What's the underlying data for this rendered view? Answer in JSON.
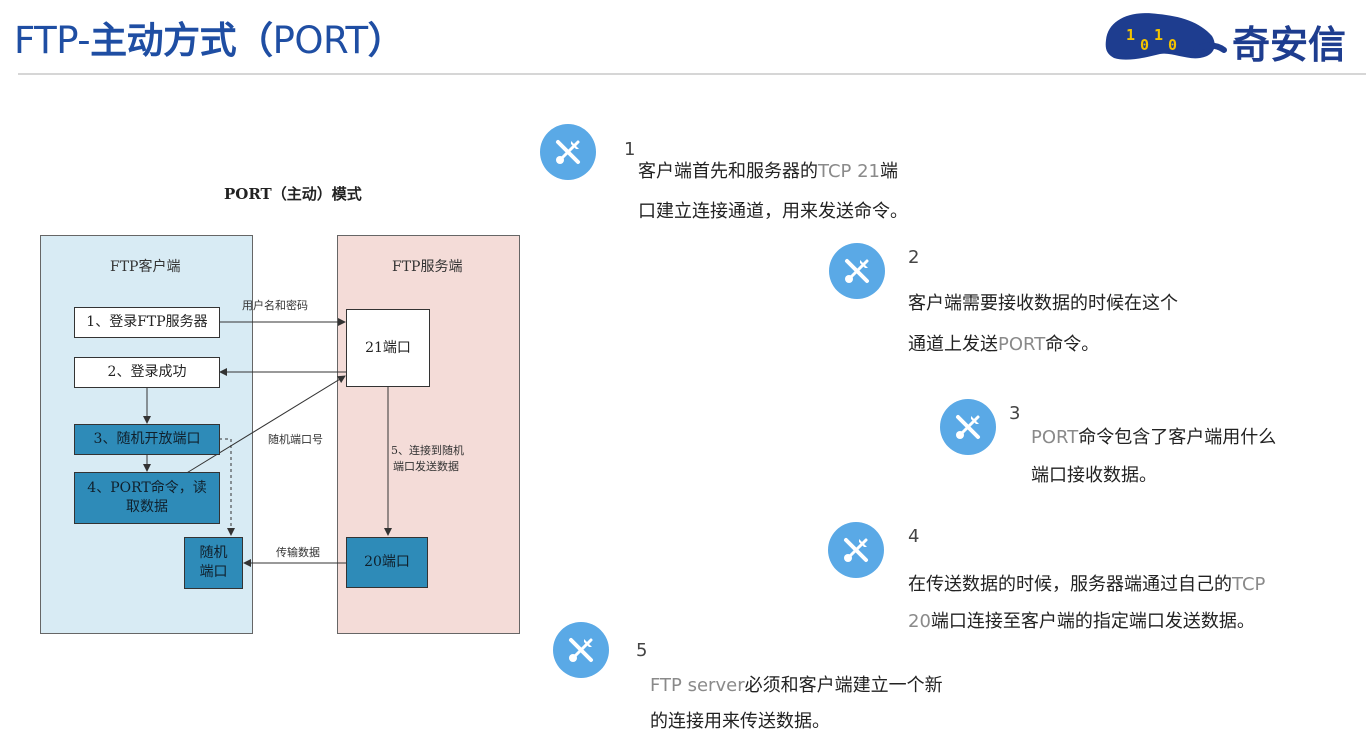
{
  "header": {
    "title_prefix": "FTP-",
    "title_main": "主动方式（",
    "title_port": "PORT",
    "title_close": "）",
    "logo_text": "奇安信",
    "logo_digits": [
      "1",
      "0",
      "1",
      "0"
    ],
    "accent": "#1f4ea3"
  },
  "diagram": {
    "title": "PORT（主动）模式",
    "client_label": "FTP客户端",
    "server_label": "FTP服务端",
    "client_boxes": {
      "login": "1、登录FTP服务器",
      "login_ok": "2、登录成功",
      "open_port": "3、随机开放端口",
      "port_cmd_1": "4、PORT命令，读",
      "port_cmd_2": "取数据",
      "random_port_1": "随机",
      "random_port_2": "端口"
    },
    "server_boxes": {
      "port21": "21端口",
      "port20": "20端口"
    },
    "edge_labels": {
      "user_pass": "用户名和密码",
      "random_port_no": "随机端口号",
      "connect_1": "5、连接到随机",
      "connect_2": "端口发送数据",
      "transfer": "传输数据"
    },
    "colors": {
      "client_bg": "#d8ebf4",
      "server_bg": "#f4dcd8",
      "box_blue": "#2e8bb8"
    }
  },
  "steps": [
    {
      "number": "1",
      "lines": [
        [
          {
            "t": "客户端首先和服务器的"
          },
          {
            "t": "TCP 21",
            "gray": true
          },
          {
            "t": "端"
          }
        ],
        [
          {
            "t": "口建立连接通道，用来发送命令。"
          }
        ]
      ]
    },
    {
      "number": "2",
      "lines": [
        [
          {
            "t": "客户端需要接收数据的时候在这个"
          }
        ],
        [
          {
            "t": "通道上发送"
          },
          {
            "t": "PORT",
            "gray": true
          },
          {
            "t": "命令。"
          }
        ]
      ]
    },
    {
      "number": "3",
      "lines": [
        [
          {
            "t": "PORT",
            "gray": true
          },
          {
            "t": "命令包含了客户端用什么"
          }
        ],
        [
          {
            "t": "端口接收数据。"
          }
        ]
      ]
    },
    {
      "number": "4",
      "lines": [
        [
          {
            "t": "在传送数据的时候，服务器端通过自己的"
          },
          {
            "t": "TCP",
            "gray": true
          }
        ],
        [
          {
            "t": "20",
            "gray": true
          },
          {
            "t": "端口连接至客户端的指定端口发送数据。"
          }
        ]
      ]
    },
    {
      "number": "5",
      "lines": [
        [
          {
            "t": "FTP server",
            "gray": true
          },
          {
            "t": "必须和客户端建立一个新"
          }
        ],
        [
          {
            "t": "的连接用来传送数据。"
          }
        ]
      ]
    }
  ],
  "icon_name": "tools-wrench-screwdriver-icon",
  "icon_color": "#5aa9e6"
}
